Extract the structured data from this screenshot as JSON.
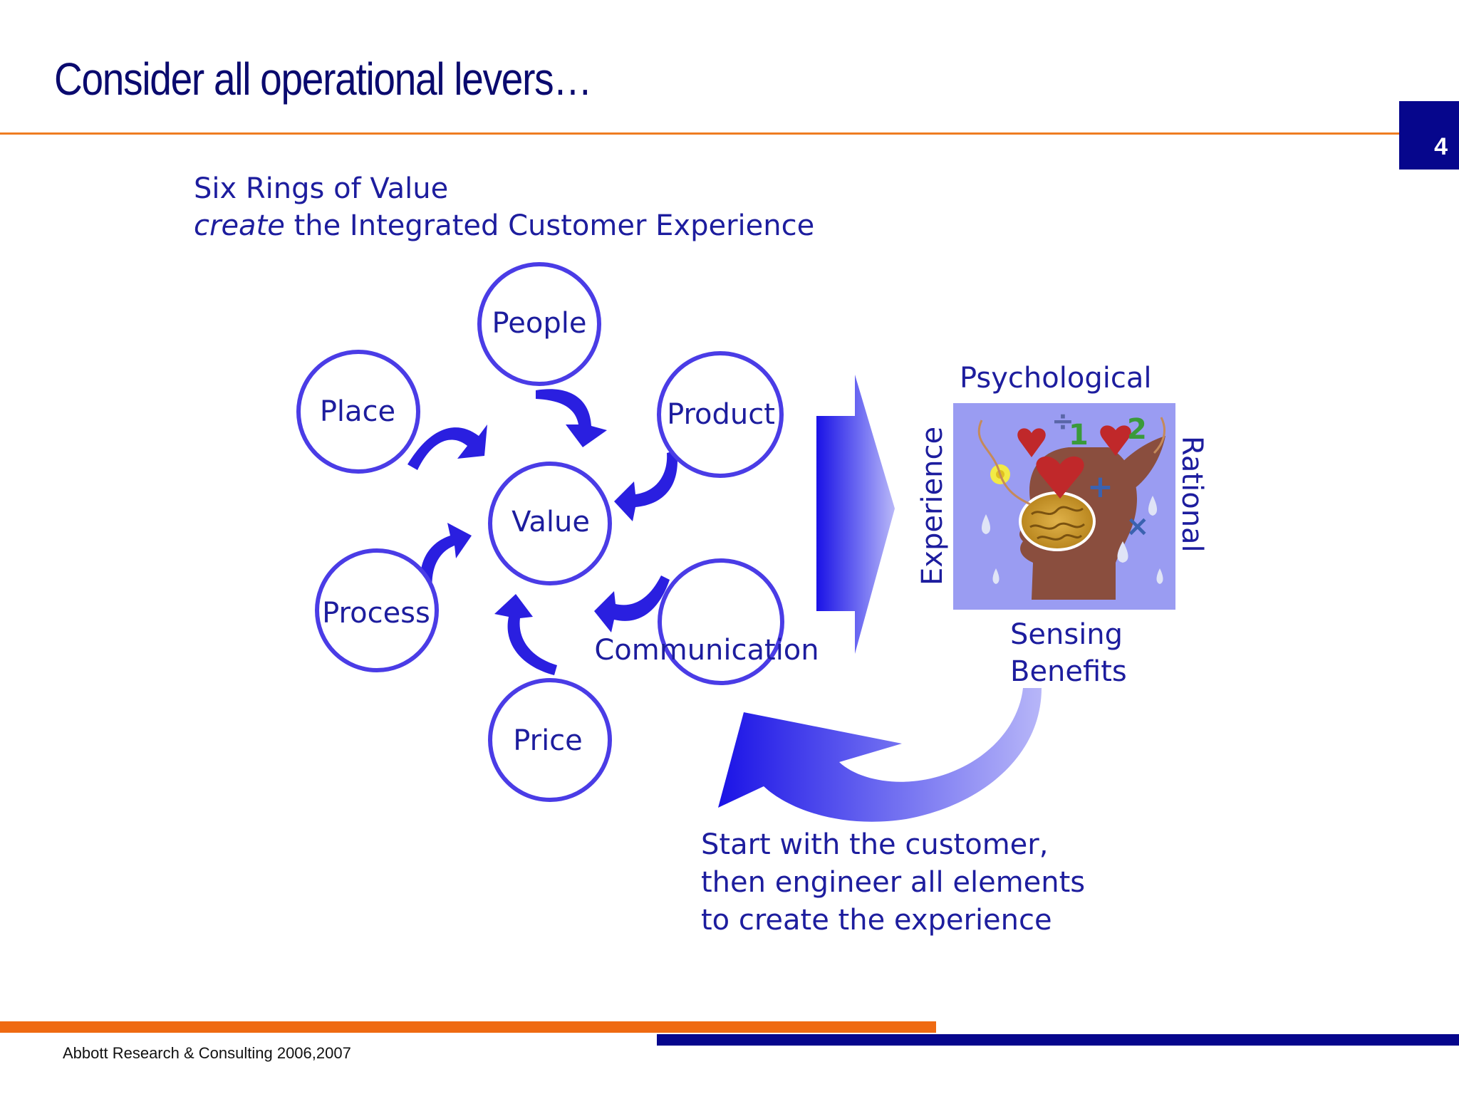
{
  "slide": {
    "title": "Consider all operational levers…",
    "page_number": "4",
    "footer": "Abbott Research & Consulting 2006,2007"
  },
  "diagram": {
    "heading_line1": "Six Rings of Value",
    "heading_line2_italic": "create",
    "heading_line2_rest": " the Integrated Customer Experience",
    "center": "Value",
    "rings": [
      "People",
      "Product",
      "Communication",
      "Price",
      "Process",
      "Place"
    ],
    "experience_box": {
      "top": "Psychological",
      "left": "Experience",
      "right": "Rational",
      "bottom_line1": "Sensing",
      "bottom_line2": "Benefits"
    },
    "note_lines": [
      "Start with the customer,",
      "then engineer all elements",
      "to create the experience"
    ]
  },
  "colors": {
    "title": "#0a0a6e",
    "accent_orange": "#ef7d22",
    "accent_navy": "#06068c",
    "ring_stroke": "#4a3ce6",
    "text_blue": "#1d1d9e",
    "arrow_blue": "#2a1fe0",
    "box_fill": "#9a9cf2"
  }
}
